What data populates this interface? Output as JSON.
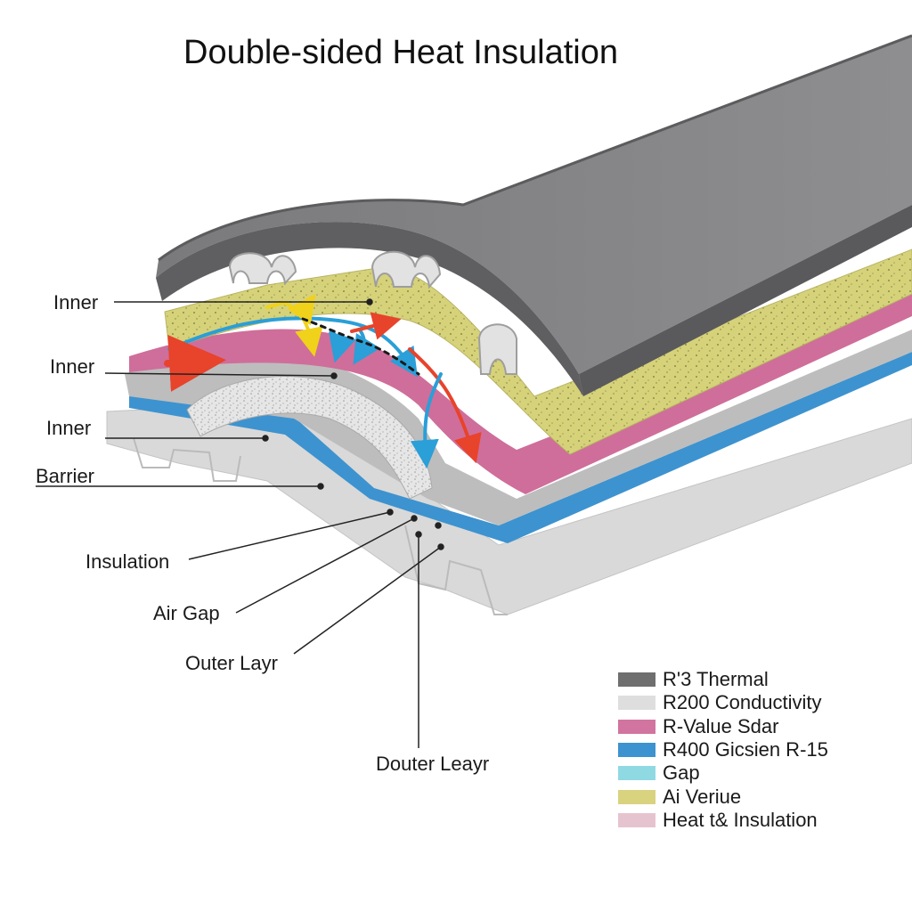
{
  "title": "Double-sided Heat Insulation",
  "callouts": [
    "Inner",
    "Inner",
    "Inner",
    "Barrier",
    "Insulation",
    "Air Gap",
    "Outer Layr",
    "Douter Leayr"
  ],
  "legend": [
    {
      "label": "R'3 Thermal",
      "color": "#6f6f6f"
    },
    {
      "label": "R200 Conductivity",
      "color": "#dedede"
    },
    {
      "label": "R-Value Sdar",
      "color": "#d1749f"
    },
    {
      "label": "R400 Gicsien R-15",
      "color": "#3d93cf"
    },
    {
      "label": "Gap",
      "color": "#8fd9e3"
    },
    {
      "label": "Ai Veriue",
      "color": "#d9d27f"
    },
    {
      "label": "Heat t& Insulation",
      "color": "#e6c4cf"
    }
  ],
  "colors": {
    "outer_shell": "#7b7b7d",
    "foam_yellow": "#d6d27a",
    "pink_layer": "#cf6e9a",
    "blue_layer": "#3d93cf",
    "gray_layer": "#b7b7b7",
    "base_plate": "#d8d8d8",
    "arrow_red": "#e8432b",
    "arrow_blue": "#2a9fd8",
    "arrow_yellow": "#f0d21a"
  }
}
